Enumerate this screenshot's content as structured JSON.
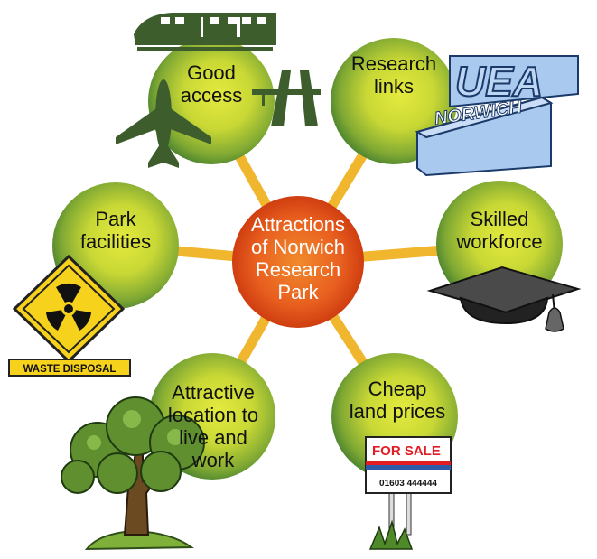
{
  "diagram": {
    "center": {
      "lines": [
        "Attractions",
        "of Norwich",
        "Research",
        "Park"
      ]
    },
    "nodes": {
      "good_access": {
        "lines": [
          "Good",
          "access"
        ]
      },
      "research_links": {
        "lines": [
          "Research",
          "links"
        ]
      },
      "park_facilities": {
        "lines": [
          "Park",
          "facilities"
        ]
      },
      "skilled_workforce": {
        "lines": [
          "Skilled",
          "workforce"
        ]
      },
      "attractive_location": {
        "lines": [
          "Attractive",
          "location to",
          "live and",
          "work"
        ]
      },
      "cheap_land": {
        "lines": [
          "Cheap",
          "land prices"
        ]
      }
    },
    "illustrations": {
      "uea": {
        "title": "UEA",
        "subtitle": "NORWICH"
      },
      "waste_sign": {
        "label": "WASTE DISPOSAL"
      },
      "for_sale_sign": {
        "title": "FOR SALE",
        "phone": "01603 444444"
      }
    },
    "icons": [
      "train-icon",
      "airplane-icon",
      "motorway-icon",
      "uea-logo-icon",
      "graduation-cap-icon",
      "radiation-sign-icon",
      "tree-icon",
      "for-sale-sign-icon"
    ],
    "colors": {
      "node_center": "#d8e23a",
      "node_edge": "#3f7a2e",
      "hub_center": "#f07a2a",
      "hub_edge": "#c8340c",
      "spoke": "#f2b52a",
      "icon_dark": "#3d5e2c",
      "uea_blue": "#a9c9ee",
      "sign_yellow": "#f7d21c",
      "sale_red": "#e21c23",
      "sale_blue": "#2f5aa8"
    }
  }
}
